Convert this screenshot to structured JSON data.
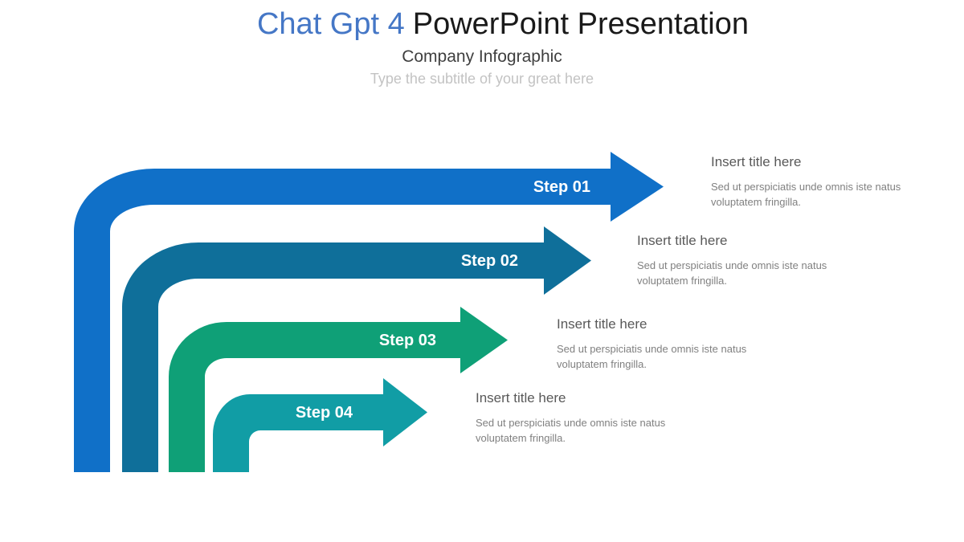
{
  "slide": {
    "title": {
      "accent": "Chat Gpt 4",
      "rest": "PowerPoint Presentation",
      "accent_color": "#4577C6"
    },
    "subtitle": "Company Infographic",
    "subtitle_hint": "Type the subtitle of your great here"
  },
  "steps": [
    {
      "label": "Step 01",
      "color": "#1070C8",
      "title": "Insert title here",
      "body": "Sed ut perspiciatis unde omnis iste natus voluptatem fringilla."
    },
    {
      "label": "Step 02",
      "color": "#0F6F9A",
      "title": "Insert title here",
      "body": "Sed ut perspiciatis unde omnis iste natus voluptatem fringilla."
    },
    {
      "label": "Step 03",
      "color": "#0FA077",
      "title": "Insert title here",
      "body": "Sed ut perspiciatis unde omnis iste natus voluptatem fringilla."
    },
    {
      "label": "Step 04",
      "color": "#119DA5",
      "title": "Insert title here",
      "body": "Sed ut perspiciatis unde omnis iste natus voluptatem fringilla."
    }
  ]
}
